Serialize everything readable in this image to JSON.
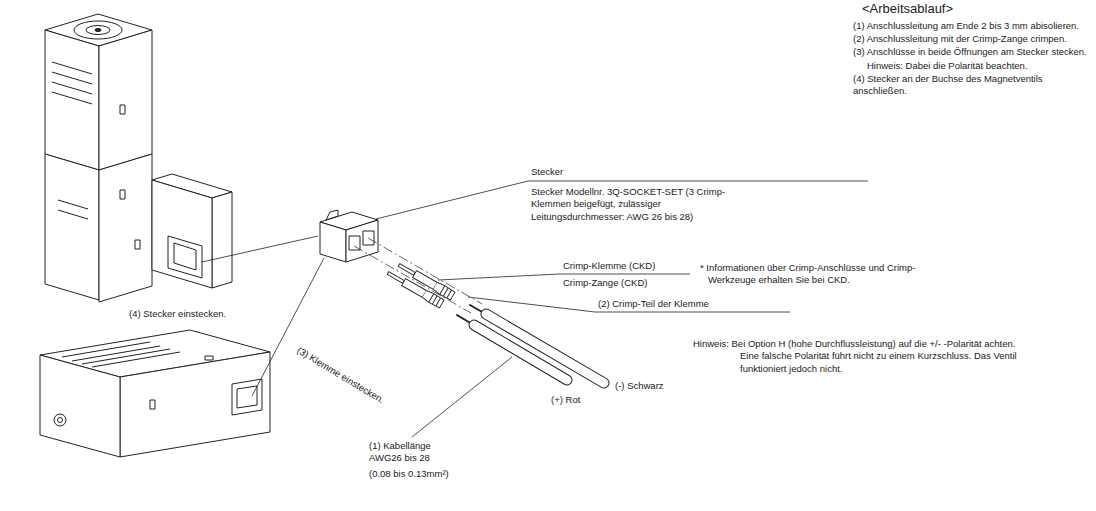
{
  "diagram": {
    "title": "<Arbeitsablauf>",
    "labels": [
      "(1) Anschlussleitung am Ende 2 bis 3 mm abisolieren.",
      "(2) Anschlussleitung mit der Crimp-Zange crimpen.",
      "(3) Anschlüsse in beide Öffnungen am Stecker stecken.",
      "Hinweis: Dabei die Polarität beachten.",
      "(4) Stecker an der Buchse des Magnetventils anschließen.",
      "Stecker",
      "Stecker Modellnr. 3Q-SOCKET-SET (3 Crimp-Klemmen beigefügt, zulässiger Leitungsdurchmesser: AWG 26 bis 28)",
      "Crimp-Klemme (CKD)",
      "Crimp-Zange (CKD)",
      "* Informationen über Crimp-Anschlüsse und Crimp-Werkzeuge erhalten Sie bei CKD.",
      "(2) Crimp-Teil der Klemme",
      "(4) Stecker einstecken.",
      "(3) Klemme einstecken.",
      "(-) Schwarz",
      "(+) Rot",
      "(1) Kabellänge AWG26 bis 28",
      "(0.08 bis 0.13mm²)",
      "Hinweis: Bei Option H (hohe Durchflussleistung) auf die +/- -Polarität achten. Eine falsche Polarität führt nicht zu einem Kurzschluss. Das Ventil funktioniert jedoch nicht."
    ]
  }
}
